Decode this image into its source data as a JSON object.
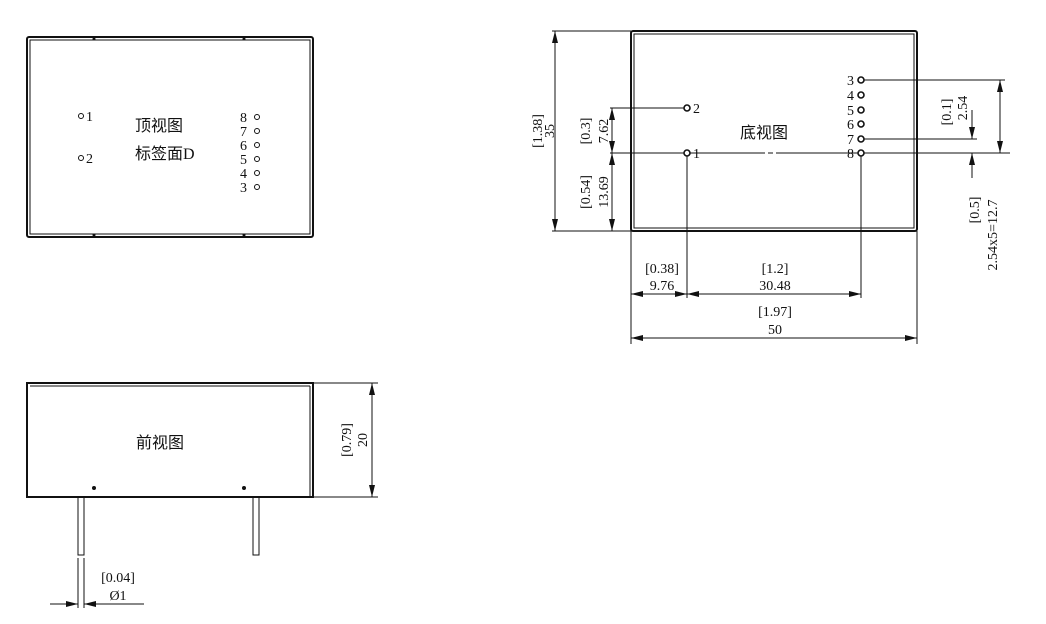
{
  "top_view": {
    "title": "顶视图",
    "subtitle": "标签面D",
    "left_pins": [
      "1",
      "2"
    ],
    "right_pins": [
      "8",
      "7",
      "6",
      "5",
      "4",
      "3"
    ]
  },
  "bottom_view": {
    "title": "底视图",
    "left_pins": [
      "2",
      "1"
    ],
    "right_pins": [
      "3",
      "4",
      "5",
      "6",
      "7",
      "8"
    ],
    "dims": {
      "height_in": "[1.38]",
      "height_mm": "35",
      "pin2_in": "[0.3]",
      "pin2_mm": "7.62",
      "pin1_in": "[0.54]",
      "pin1_mm": "13.69",
      "left_in": "[0.38]",
      "left_mm": "9.76",
      "span_in": "[1.2]",
      "span_mm": "30.48",
      "width_in": "[1.97]",
      "width_mm": "50",
      "pitch_in": "[0.1]",
      "pitch_mm": "2.54",
      "row_in": "[0.5]",
      "row_mm": "2.54x5=12.7"
    }
  },
  "front_view": {
    "title": "前视图",
    "dims": {
      "height_in": "[0.79]",
      "height_mm": "20",
      "pin_in": "[0.04]",
      "pin_mm": "Ø1"
    }
  }
}
